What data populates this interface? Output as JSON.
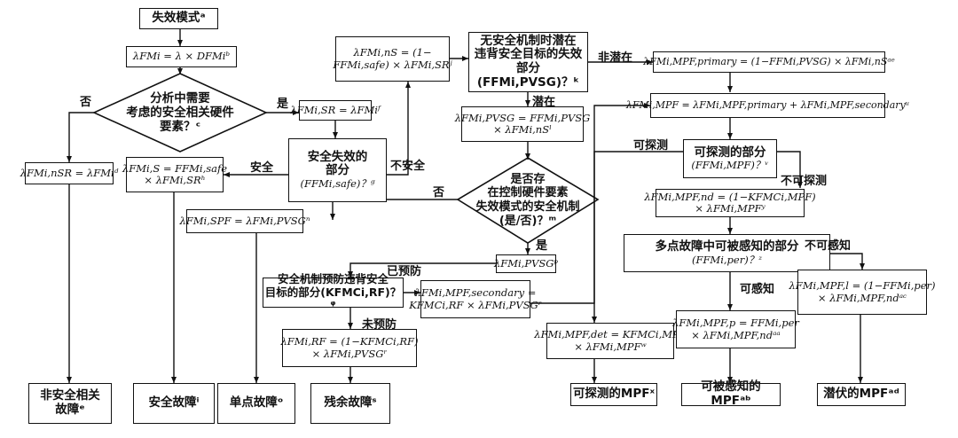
{
  "nodes": {
    "failure_mode": "失效模式ᵃ",
    "lambda_fm": "λFMi = λ × DFMiᵇ",
    "decision_hw_line1": "分析中需要",
    "decision_hw_line2": "考虑的安全相关硬件",
    "decision_hw_line3": "要素？ᶜ",
    "lambda_nsr": "λFMi,nSR = λFMiᵈ",
    "lambda_sr": "λFMi,SR = λFMiᶠ",
    "safe_part_line1": "安全失效的",
    "safe_part_line2": "部分",
    "safe_part_line3": "(FFMi,safe)？ᵍ",
    "lambda_s_line1": "λFMi,S = FFMi,safe",
    "lambda_s_line2": "× λFMi,SRʰ",
    "lambda_ns_line1": "λFMi,nS = (1−",
    "lambda_ns_line2": "FFMi,safe) × λFMi,SRʲ",
    "latent_part_line1": "无安全机制时潜在",
    "latent_part_line2": "违背安全目标的失效",
    "latent_part_line3": "部分(FFMi,PVSG)？ᵏ",
    "lambda_pvsg_line1": "λFMi,PVSG = FFMi,PVSG",
    "lambda_pvsg_line2": "× λFMi,nSˡ",
    "decision_sm_line1": "是否存",
    "decision_sm_line2": "在控制硬件要素",
    "decision_sm_line3": "失效模式的安全机制",
    "decision_sm_line4": "(是/否)？ᵐ",
    "lambda_spf": "λFMi,SPF = λFMi,PVSGⁿ",
    "lambda_pvsg_p": "λFMi,PVSGᵖ",
    "prevent_part_line1": "安全机制预防违背安全",
    "prevent_part_line2": "目标的部分(KFMCi,RF)？ᵠ",
    "lambda_mpf_sec_line1": "λFMi,MPF,secondary =",
    "lambda_mpf_sec_line2": "KFMCi,RF × λFMi,PVSGʳ",
    "lambda_rf_line1": "λFMi,RF = (1−KFMCi,RF)",
    "lambda_rf_line2": "× λFMi,PVSGʳ",
    "lambda_mpf_primary": "λFMi,MPF,primary = (1−FFMi,PVSG) × λFMi,nSᵃᵉ",
    "lambda_mpf": "λFMi,MPF = λFMi,MPF,primary + λFMi,MPF,secondaryᵘ",
    "detect_part_line1": "可探测的部分",
    "detect_part_line2": "(FFMi,MPF)？ᵛ",
    "lambda_mpf_nd_line1": "λFMi,MPF,nd = (1−KFMCi,MPF)",
    "lambda_mpf_nd_line2": "× λFMi,MPFʸ",
    "perceive_part_line1": "多点故障中可被感知的部分",
    "perceive_part_line2": "(FFMi,per)？ᶻ",
    "lambda_mpf_l_line1": "λFMi,MPF,l = (1−FFMi,per)",
    "lambda_mpf_l_line2": "× λFMi,MPF,ndᵃᶜ",
    "lambda_mpf_det_line1": "λFMi,MPF,det = KFMCi,MPF",
    "lambda_mpf_det_line2": "× λFMi,MPFʷ",
    "lambda_mpf_p_line1": "λFMi,MPF,p = FFMi,per",
    "lambda_mpf_p_line2": "× λFMi,MPF,ndᵃᵃ"
  },
  "outcomes": {
    "non_safety_line1": "非安全相关",
    "non_safety_line2": "故障ᵉ",
    "safe_fault": "安全故障ⁱ",
    "single_point": "单点故障ᵒ",
    "residual": "残余故障ˢ",
    "detectable_mpf": "可探测的MPFˣ",
    "perceived_mpf": "可被感知的MPFᵃᵇ",
    "latent_mpf": "潜伏的MPFᵃᵈ"
  },
  "edge_labels": {
    "no1": "否",
    "yes1": "是",
    "safe": "安全",
    "unsafe": "不安全",
    "non_latent": "非潜在",
    "latent": "潜在",
    "no2": "否",
    "yes2": "是",
    "prevented": "已预防",
    "not_prevented": "未预防",
    "detectable": "可探测",
    "not_detectable": "不可探测",
    "perceivable": "可感知",
    "not_perceivable": "不可感知"
  }
}
